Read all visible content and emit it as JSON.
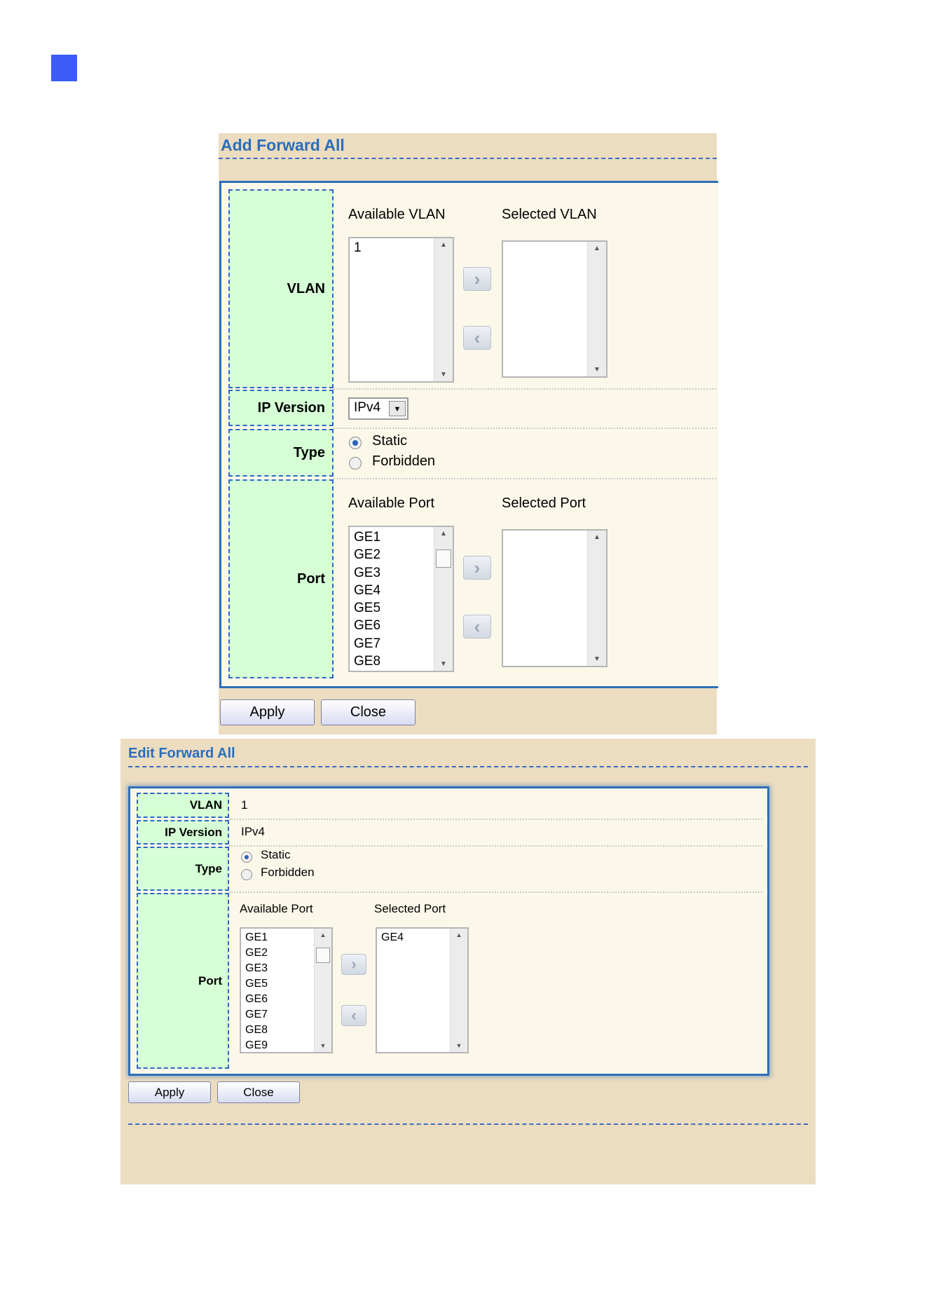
{
  "add": {
    "title": "Add Forward All",
    "labels": {
      "vlan": "VLAN",
      "ip_version": "IP Version",
      "type": "Type",
      "port": "Port"
    },
    "available_vlan_label": "Available VLAN",
    "selected_vlan_label": "Selected VLAN",
    "available_vlan": [
      "1"
    ],
    "ip_version_value": "IPv4",
    "type_options": [
      "Static",
      "Forbidden"
    ],
    "type_selected": "Static",
    "available_port_label": "Available Port",
    "selected_port_label": "Selected Port",
    "available_ports": [
      "GE1",
      "GE2",
      "GE3",
      "GE4",
      "GE5",
      "GE6",
      "GE7",
      "GE8"
    ],
    "selected_ports": [],
    "apply_label": "Apply",
    "close_label": "Close"
  },
  "edit": {
    "title": "Edit Forward All",
    "labels": {
      "vlan": "VLAN",
      "ip_version": "IP Version",
      "type": "Type",
      "port": "Port"
    },
    "vlan_value": "1",
    "ip_version_value": "IPv4",
    "type_options": [
      "Static",
      "Forbidden"
    ],
    "type_selected": "Static",
    "available_port_label": "Available Port",
    "selected_port_label": "Selected Port",
    "available_ports": [
      "GE1",
      "GE2",
      "GE3",
      "GE5",
      "GE6",
      "GE7",
      "GE8",
      "GE9"
    ],
    "selected_ports": [
      "GE4"
    ],
    "apply_label": "Apply",
    "close_label": "Close"
  },
  "icons": {
    "move_right": "chevron-right-icon",
    "move_left": "chevron-left-icon",
    "scroll_up": "triangle-up-icon",
    "scroll_down": "triangle-down-icon",
    "dropdown": "triangle-down-icon"
  },
  "colors": {
    "panel_bg": "#ecdcc0",
    "title_blue": "#2a6ebb",
    "label_bg": "#d6ffd6",
    "marker_blue": "#3b5df5"
  }
}
